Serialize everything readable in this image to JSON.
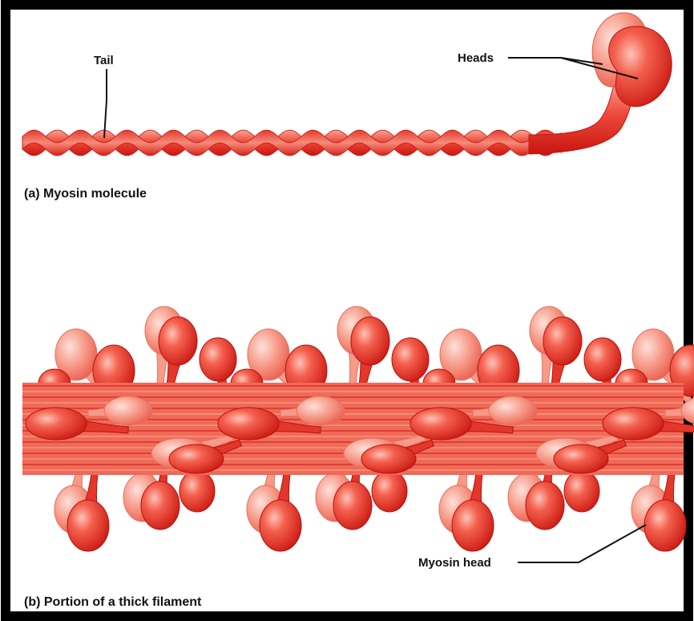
{
  "panel_a": {
    "caption": "(a) Myosin molecule",
    "tail_label": "Tail",
    "heads_label": "Heads"
  },
  "panel_b": {
    "caption": "(b) Portion of a thick filament",
    "head_label": "Myosin head"
  },
  "colors": {
    "frame": "#000000",
    "muscle_dark": "#d9221c",
    "muscle_mid": "#ef4a3c",
    "muscle_light": "#f7a596",
    "muscle_pale": "#fbd2c8"
  }
}
